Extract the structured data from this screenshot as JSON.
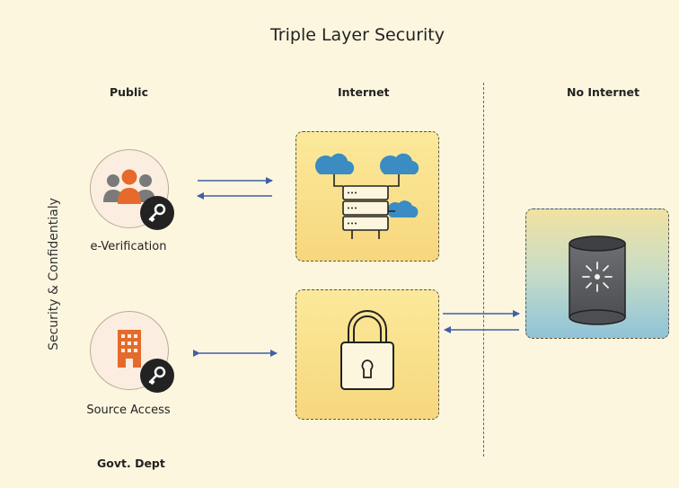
{
  "title": "Triple Layer Security",
  "columns": {
    "public": "Public",
    "internet": "Internet",
    "no_internet": "No Internet"
  },
  "side_label": "Security & Confidentialy",
  "nodes": {
    "everification": "e-Verification",
    "source_access": "Source Access"
  },
  "footer_label": "Govt. Dept",
  "colors": {
    "background": "#fdf6df",
    "arrow": "#3f5fa6",
    "accent_orange": "#e66a2c",
    "box_yellow": "#f7d77d",
    "cloud_blue": "#3a8cc2"
  },
  "icons": [
    "people-icon",
    "key-icon",
    "building-icon",
    "cloud-icon",
    "server-icon",
    "lock-icon",
    "database-icon"
  ]
}
